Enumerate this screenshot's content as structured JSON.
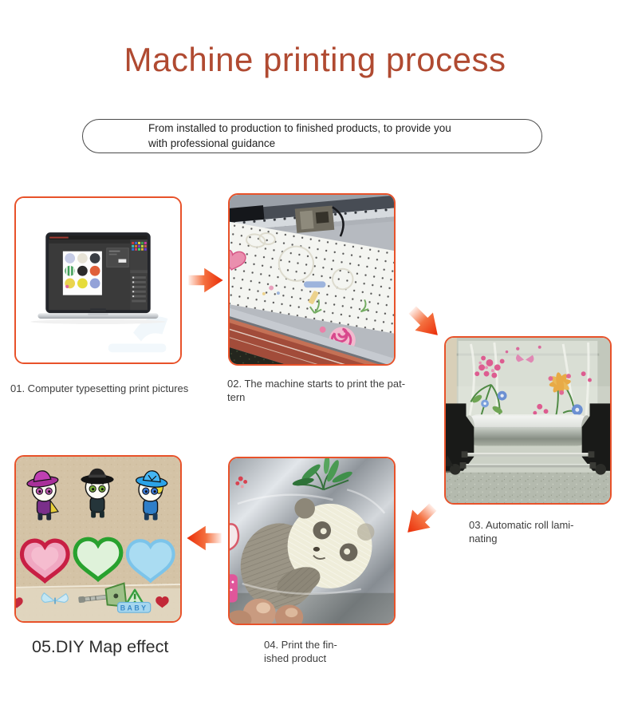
{
  "page": {
    "title": "Machine printing process",
    "subtitle": "From installed to production to finished products, to provide you\nwith professional guidance"
  },
  "colors": {
    "title_red": "#b04a31",
    "photo_border_orange": "#e8522a",
    "arrow_red": "#ea2c07",
    "caption_gray": "#3d3d3d"
  },
  "steps": [
    {
      "caption": "01. Computer typesetting print pictures",
      "photo": "laptop-design-software"
    },
    {
      "caption": "02. The machine starts to print the pat-\ntern",
      "photo": "printer-printing-pattern"
    },
    {
      "caption": "03. Automatic roll lami-\nnating",
      "photo": "automatic-roll-laminating"
    },
    {
      "caption": "04. Print the fin-\nished product",
      "photo": "printed-panda-film"
    },
    {
      "caption": "05.DIY Map effect",
      "photo": "diy-patches-on-leather",
      "badge": "BABY"
    }
  ]
}
